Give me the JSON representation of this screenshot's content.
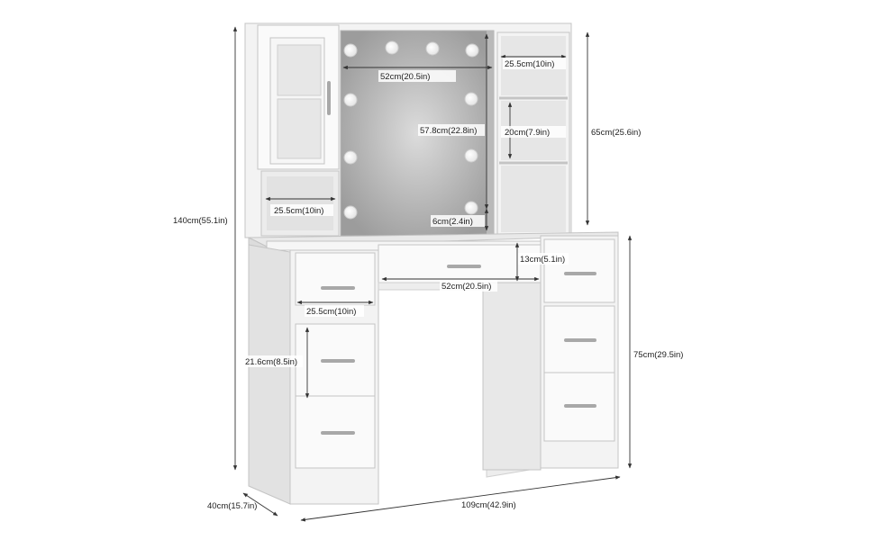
{
  "colors": {
    "panel": "#f3f3f3",
    "panel_light": "#fafafa",
    "panel_shade": "#e2e2e2",
    "edge": "#c4c4c4",
    "mirror_glass": "#9c9c9c",
    "mirror_center": "#dcdcdc",
    "bulb": "#ffffff",
    "handle": "#a8a8a8",
    "dimension_line": "#333333",
    "label_text": "#222222"
  },
  "icons": {
    "dimension_arrow": "arrowhead",
    "bulb": "light-bulb-icon",
    "handle": "drawer-handle-icon"
  },
  "dimensions": {
    "total_height": "140cm(55.1in)",
    "hutch_height": "65cm(25.6in)",
    "mirror_width": "52cm(20.5in)",
    "mirror_height": "57.8cm(22.8in)",
    "right_shelf_width": "25.5cm(10in)",
    "shelf_gap": "20cm(7.9in)",
    "left_niche_width": "25.5cm(10in)",
    "mirror_ledge": "6cm(2.4in)",
    "center_drawer_height": "13cm(5.1in)",
    "center_drawer_width": "52cm(20.5in)",
    "left_drawer_width": "25.5cm(10in)",
    "drawer_height": "21.6cm(8.5in)",
    "desk_height": "75cm(29.5in)",
    "depth": "40cm(15.7in)",
    "total_width": "109cm(42.9in)"
  }
}
